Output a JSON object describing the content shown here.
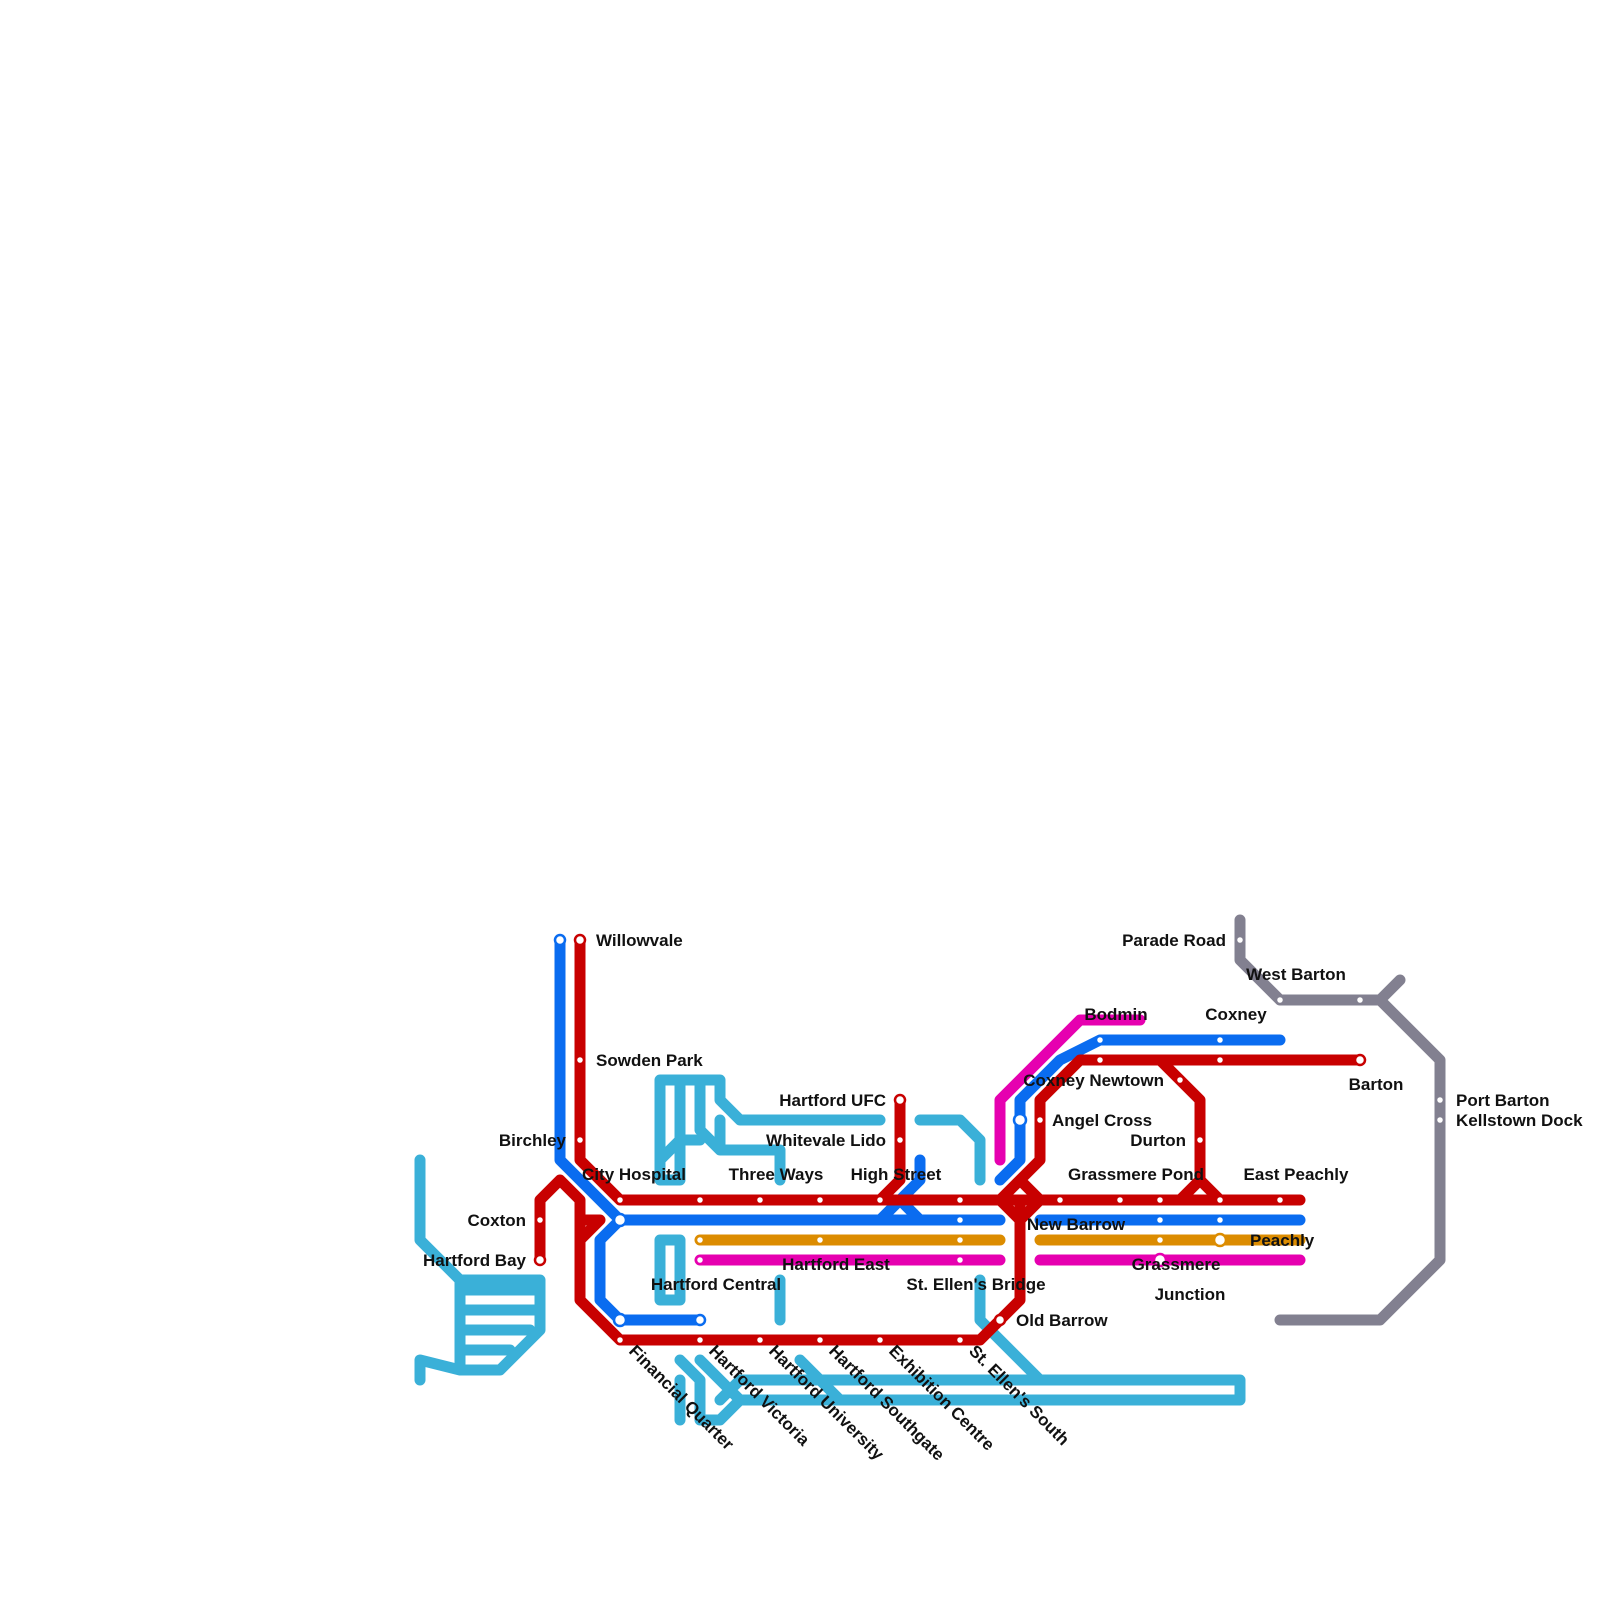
{
  "colors": {
    "red": "#c80000",
    "blue": "#0a6cf0",
    "cyan": "#3ab0d8",
    "orange": "#dc8c00",
    "magenta": "#e600b0",
    "grey": "#828090"
  },
  "lines": [
    {
      "id": "red",
      "color": "#c80000"
    },
    {
      "id": "blue",
      "color": "#0a6cf0"
    },
    {
      "id": "orange",
      "color": "#dc8c00"
    },
    {
      "id": "magenta",
      "color": "#e600b0"
    },
    {
      "id": "grey",
      "color": "#828090"
    },
    {
      "id": "cyan",
      "color": "#3ab0d8"
    }
  ],
  "stations": [
    {
      "name": "Willowvale",
      "line": "red"
    },
    {
      "name": "Sowden Park",
      "line": "red"
    },
    {
      "name": "Birchley",
      "line": "red"
    },
    {
      "name": "Coxton",
      "line": "red"
    },
    {
      "name": "Hartford Bay",
      "line": "red"
    },
    {
      "name": "City Hospital",
      "line": "red"
    },
    {
      "name": "Three Ways",
      "line": "red"
    },
    {
      "name": "High Street",
      "line": "red"
    },
    {
      "name": "Hartford UFC",
      "line": "red"
    },
    {
      "name": "Whitevale Lido",
      "line": "red"
    },
    {
      "name": "Hartford Central",
      "line": "orange"
    },
    {
      "name": "Hartford East",
      "line": "orange"
    },
    {
      "name": "St. Ellen's Bridge",
      "line": "blue"
    },
    {
      "name": "New Barrow",
      "line": "red"
    },
    {
      "name": "Old Barrow",
      "line": "red"
    },
    {
      "name": "Angel Cross",
      "line": "blue"
    },
    {
      "name": "Coxney Newtown",
      "line": "red"
    },
    {
      "name": "Bodmin",
      "line": "blue"
    },
    {
      "name": "Coxney",
      "line": "blue"
    },
    {
      "name": "Barton",
      "line": "red"
    },
    {
      "name": "Durton",
      "line": "red"
    },
    {
      "name": "Grassmere Pond",
      "line": "red"
    },
    {
      "name": "East Peachly",
      "line": "red"
    },
    {
      "name": "Peachly",
      "line": "orange"
    },
    {
      "name": "Grassmere",
      "line": "magenta"
    },
    {
      "name": "Junction",
      "line": "magenta"
    },
    {
      "name": "Financial Quarter",
      "line": "red"
    },
    {
      "name": "Hartford Victoria",
      "line": "red"
    },
    {
      "name": "Hartford University",
      "line": "red"
    },
    {
      "name": "Hartford Southgate",
      "line": "red"
    },
    {
      "name": "Exhibition Centre",
      "line": "red"
    },
    {
      "name": "St. Ellen's South",
      "line": "red"
    },
    {
      "name": "Parade Road",
      "line": "grey"
    },
    {
      "name": "West Barton",
      "line": "grey"
    },
    {
      "name": "Port Barton",
      "line": "grey"
    },
    {
      "name": "Kellstown Dock",
      "line": "grey"
    }
  ]
}
